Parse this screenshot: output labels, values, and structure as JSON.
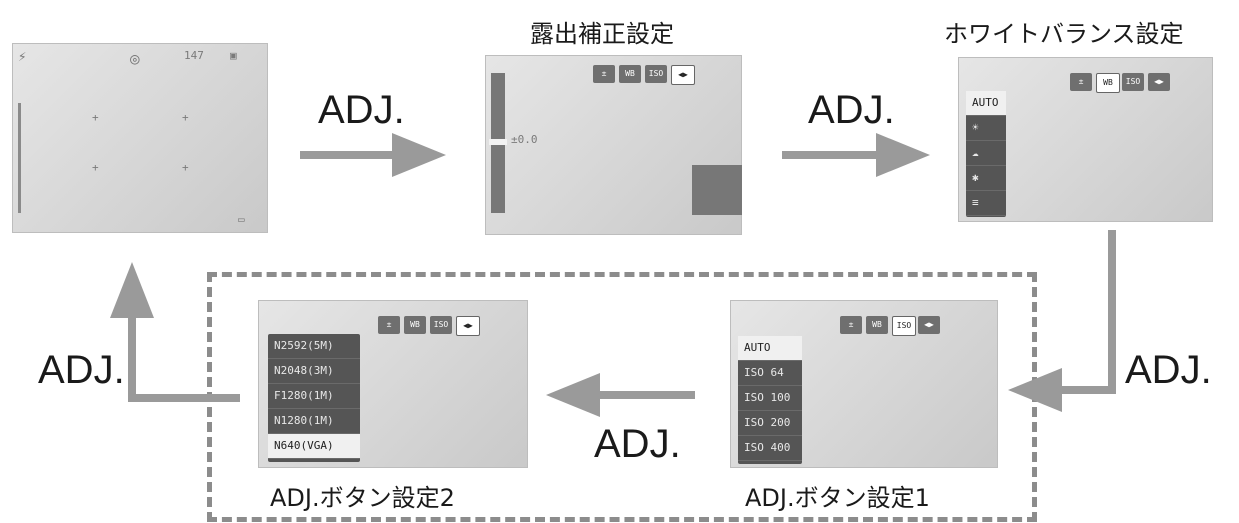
{
  "screens": {
    "main": {
      "frame_count": "147"
    },
    "exposure": {
      "title": "露出補正設定",
      "readout": "±0.0"
    },
    "white_balance": {
      "title": "ホワイトバランス設定",
      "selected": "AUTO"
    },
    "adj1": {
      "caption": "ADJ.ボタン設定1",
      "items": [
        "AUTO",
        "ISO 64",
        "ISO 100",
        "ISO 200",
        "ISO 400"
      ]
    },
    "adj2": {
      "caption": "ADJ.ボタン設定2",
      "items": [
        "N2592(5M)",
        "N2048(3M)",
        "F1280(1M)",
        "N1280(1M)",
        "N640(VGA)"
      ]
    }
  },
  "tab_icons": [
    "exposure-icon",
    "wb-icon",
    "iso-icon",
    "size-icon"
  ],
  "tab_labels": [
    "±",
    "WB",
    "ISO",
    "◀▶"
  ],
  "arrows": {
    "a1": "ADJ.",
    "a2": "ADJ.",
    "a3": "ADJ.",
    "a4": "ADJ.",
    "a5": "ADJ."
  },
  "colors": {
    "arrow": "#9a9a9a",
    "dash": "#8c8c8c",
    "menu": "#555555"
  }
}
